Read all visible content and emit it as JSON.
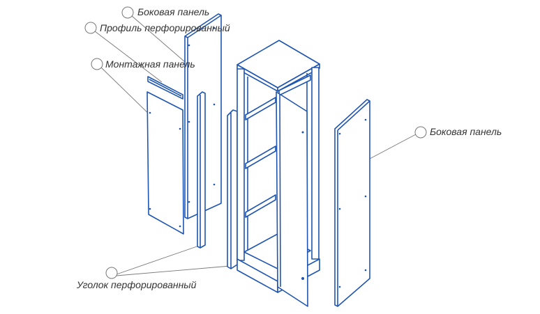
{
  "colors": {
    "line": "#1f55b0",
    "leader": "#777777",
    "text": "#333333"
  },
  "labels": {
    "side_panel_top": "Боковая  панель",
    "perforated_profile": "Профиль перфорированный",
    "mounting_panel": "Монтажная  панель",
    "side_panel_right": "Боковая  панель",
    "perforated_angle": "Уголок перфорированный"
  }
}
